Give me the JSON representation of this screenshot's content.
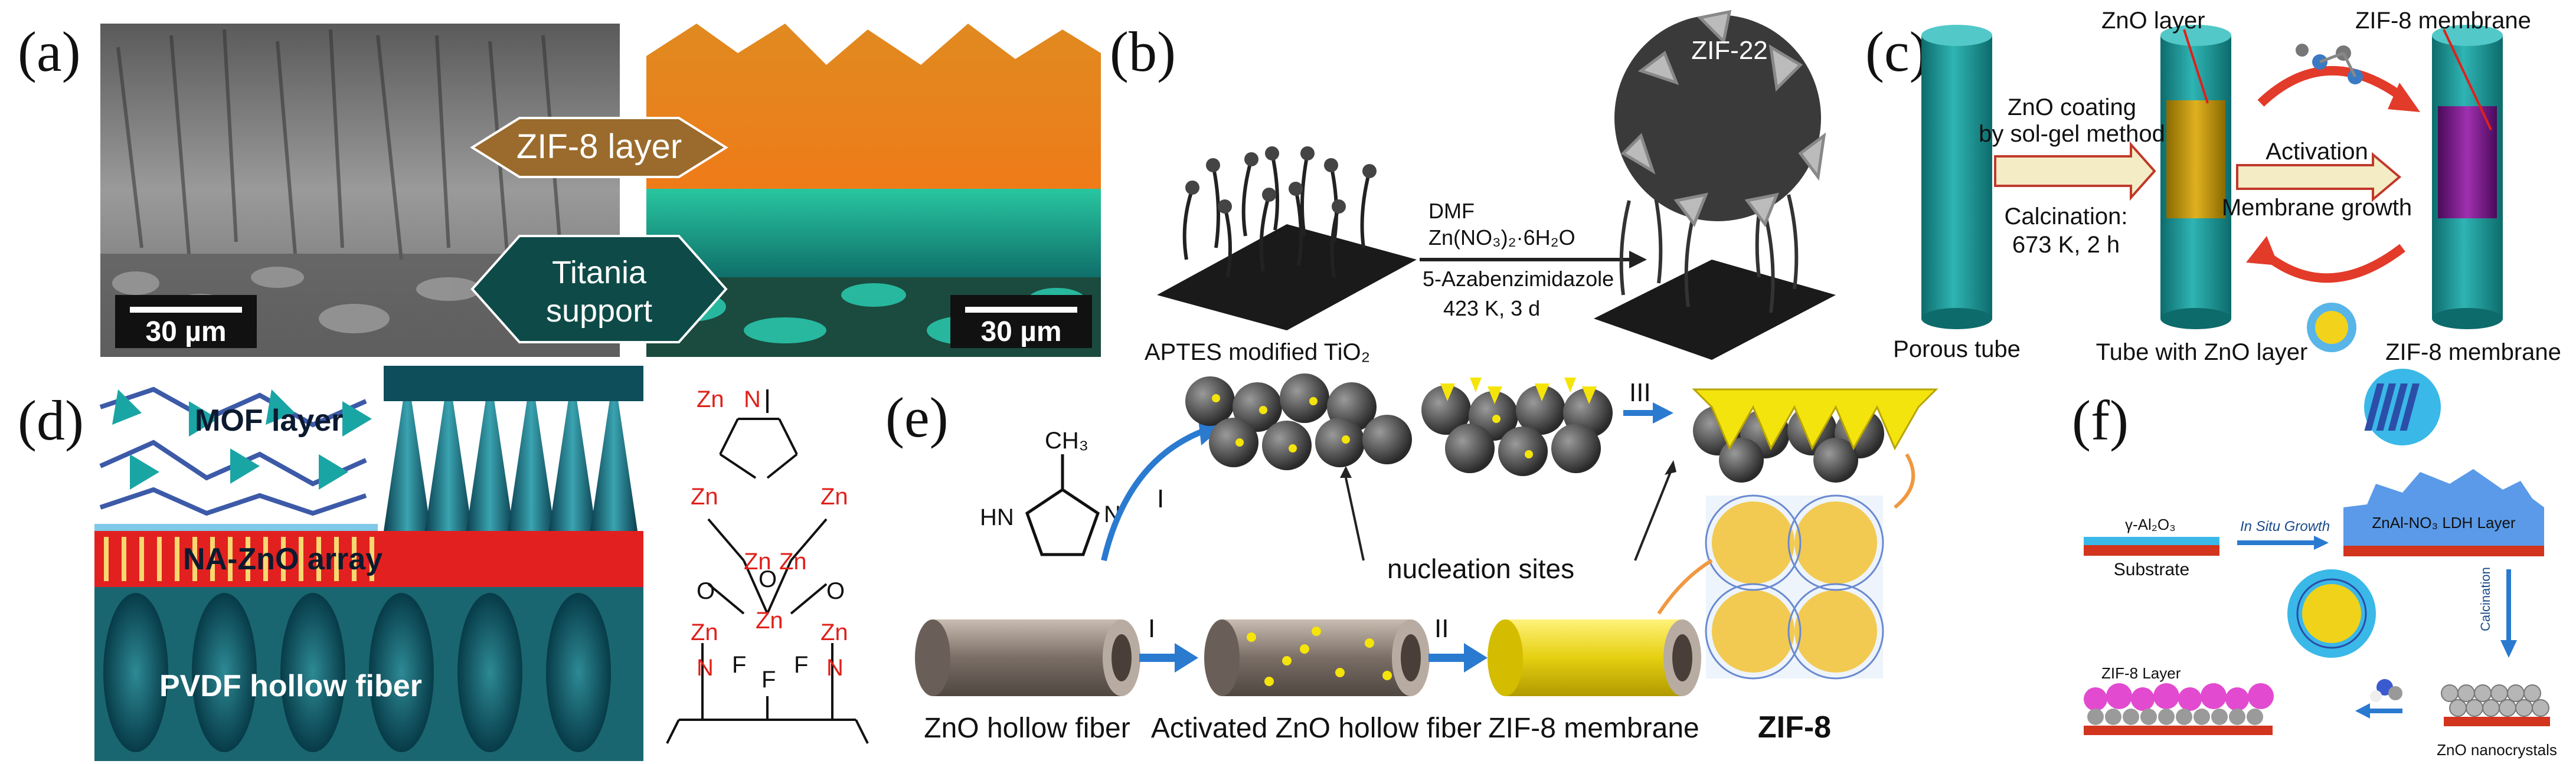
{
  "panels": {
    "a": {
      "label": "(a)",
      "zif_layer": "ZIF-8 layer",
      "support_line1": "Titania",
      "support_line2": "support",
      "scale_left": "30 µm",
      "scale_right": "30 µm"
    },
    "b": {
      "label": "(b)",
      "zif22": "ZIF-22",
      "cond1": "DMF",
      "cond2": "Zn(NO₃)₂·6H₂O",
      "cond3": "5-Azabenzimidazole",
      "cond4": "423 K, 3 d",
      "substrate": "APTES modified TiO₂"
    },
    "c": {
      "label": "(c)",
      "zno_layer": "ZnO layer",
      "zif8_membrane_top": "ZIF-8 membrane",
      "coating1": "ZnO coating",
      "coating2": "by sol-gel method",
      "activation": "Activation",
      "growth": "Membrane growth",
      "calc1": "Calcination:",
      "calc2": "673 K, 2 h",
      "porous": "Porous tube",
      "tube_zno": "Tube with ZnO layer",
      "zif8_membrane_bottom": "ZIF-8 membrane"
    },
    "d": {
      "label": "(d)",
      "mof": "MOF layer",
      "na_zno": "NA-ZnO array",
      "pvdf": "PVDF hollow fiber",
      "zn": "Zn",
      "n": "N",
      "o": "O",
      "f": "F"
    },
    "e": {
      "label": "(e)",
      "ch3": "CH₃",
      "hn": "HN",
      "n": "N",
      "step1": "I",
      "step2": "II",
      "step3": "III",
      "nucleation": "nucleation sites",
      "zno_fiber": "ZnO hollow fiber",
      "activated": "Activated ZnO hollow fiber",
      "zif8_membrane": "ZIF-8 membrane",
      "zif8": "ZIF-8"
    },
    "f": {
      "label": "(f)",
      "alumina": "γ-Al₂O₃",
      "substrate": "Substrate",
      "insitu": "In Situ Growth",
      "ldh": "ZnAl-NO₃ LDH Layer",
      "calcination": "Calcination",
      "zno_nano": "ZnO nanocrystals",
      "zif8_layer": "ZIF-8 Layer"
    }
  }
}
